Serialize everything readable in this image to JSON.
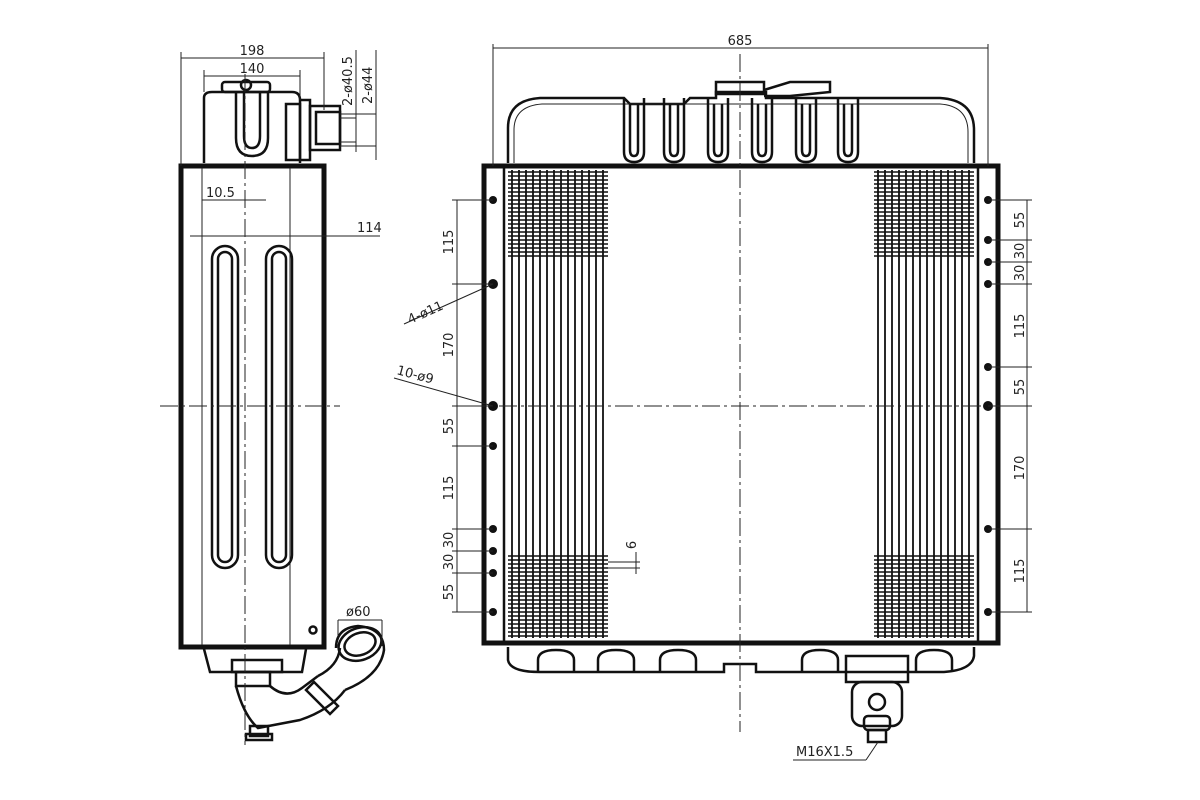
{
  "side_view": {
    "dim_width_overall": "198",
    "dim_width_tank": "140",
    "dim_pipe_small": "2-ø40.5",
    "dim_pipe_large": "2-ø44",
    "dim_offset": "10.5",
    "dim_depth": "114",
    "dim_outlet": "ø60"
  },
  "front_view": {
    "dim_width_overall": "685",
    "hole_callout_large": "4-ø11",
    "hole_callout_small": "10-ø9",
    "thread_callout": "M16X1.5",
    "dim_fin_gap": "6",
    "left_dims": [
      "115",
      "170",
      "55",
      "115",
      "30",
      "30",
      "55"
    ],
    "right_dims": [
      "55",
      "30",
      "30",
      "115",
      "55",
      "170",
      "115"
    ]
  }
}
